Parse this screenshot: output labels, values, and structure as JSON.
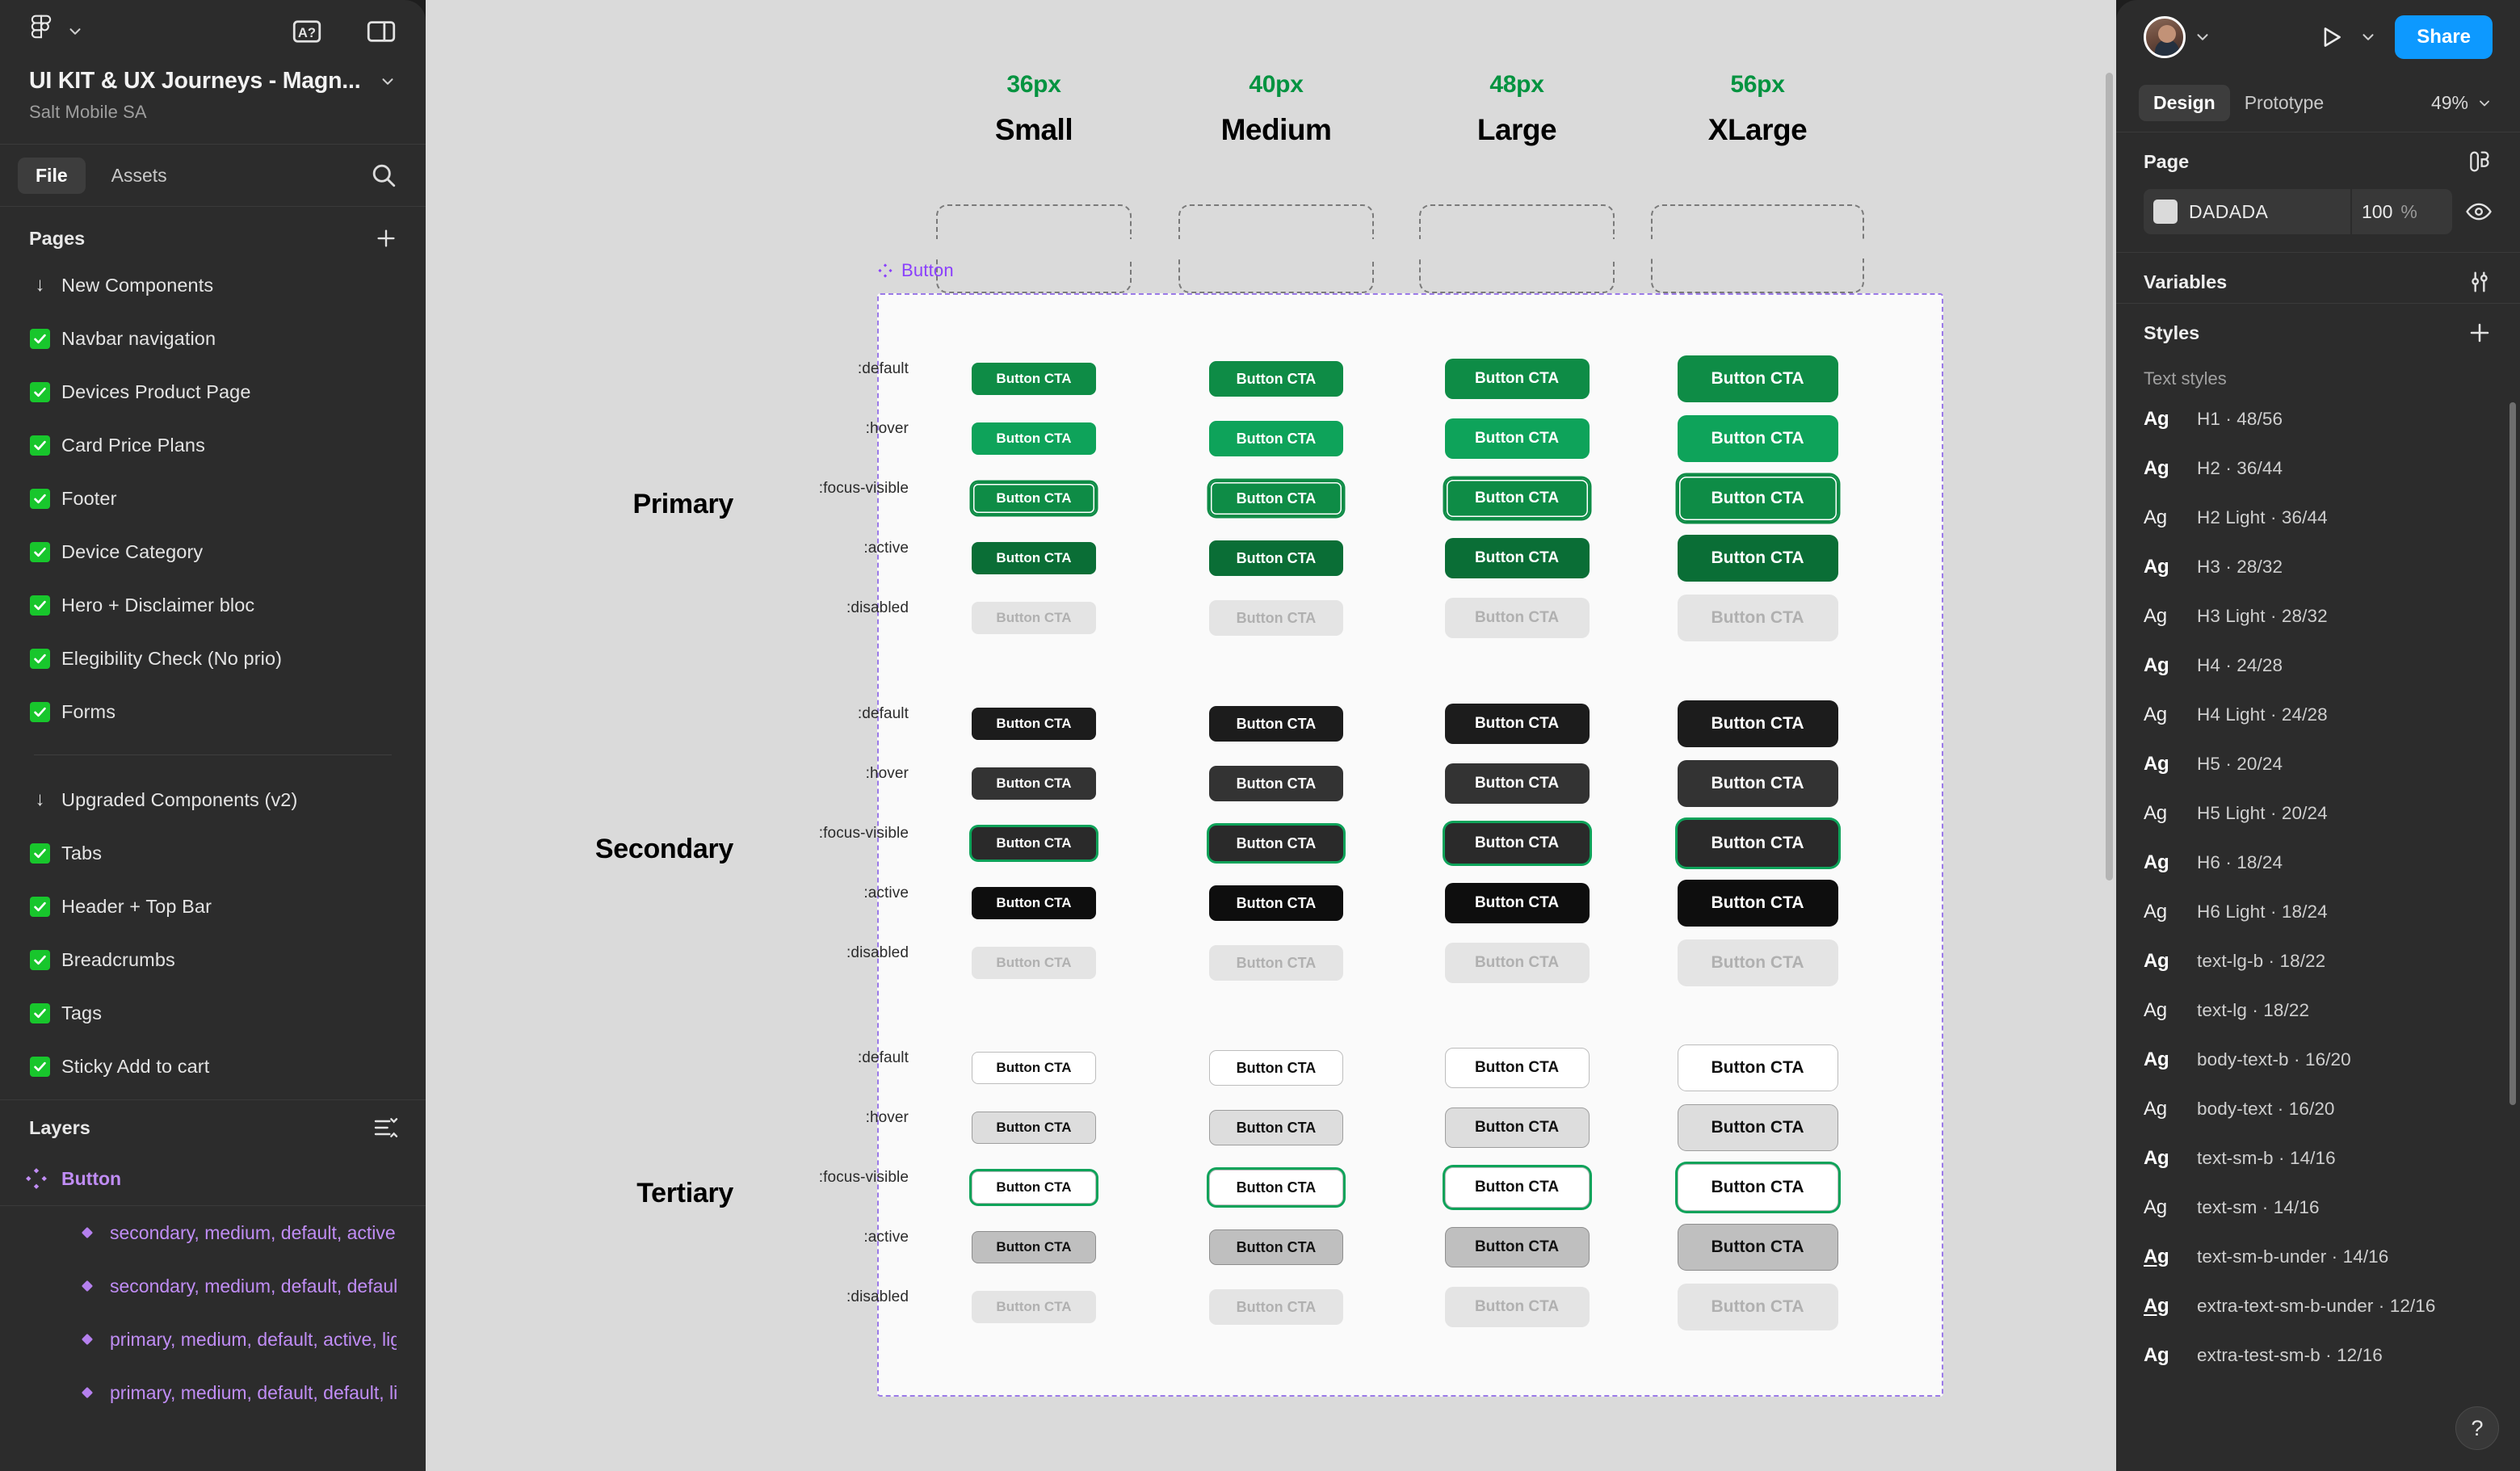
{
  "app": {
    "name": "Figma",
    "file_title": "UI KIT & UX Journeys - Magn...",
    "team_name": "Salt Mobile SA"
  },
  "left_toolbar": {
    "menu_icon": "figma-logo",
    "menu_chevron": "chevron-down-icon",
    "help_icon": "a-question-icon",
    "panel_icon": "toggle-panel-icon"
  },
  "left_tabs": {
    "file_label": "File",
    "assets_label": "Assets",
    "search_icon": "search-icon",
    "active": "File"
  },
  "pages": {
    "header": "Pages",
    "add_icon": "plus-icon",
    "items": [
      {
        "label": "New Components",
        "mark": "arrow"
      },
      {
        "label": "Navbar navigation",
        "mark": "check"
      },
      {
        "label": "Devices Product Page",
        "mark": "check"
      },
      {
        "label": "Card Price Plans",
        "mark": "check"
      },
      {
        "label": "Footer",
        "mark": "check"
      },
      {
        "label": "Device Category",
        "mark": "check"
      },
      {
        "label": "Hero + Disclaimer bloc",
        "mark": "check"
      },
      {
        "label": "Elegibility Check (No prio)",
        "mark": "check"
      },
      {
        "label": "Forms",
        "mark": "check"
      }
    ],
    "items2": [
      {
        "label": "Upgraded Components (v2)",
        "mark": "arrow"
      },
      {
        "label": "Tabs",
        "mark": "check"
      },
      {
        "label": "Header + Top Bar",
        "mark": "check"
      },
      {
        "label": "Breadcrumbs",
        "mark": "check"
      },
      {
        "label": "Tags",
        "mark": "check"
      },
      {
        "label": "Sticky Add to cart",
        "mark": "check"
      }
    ]
  },
  "layers": {
    "header": "Layers",
    "options_icon": "layers-options-icon",
    "component": {
      "label": "Button",
      "icon": "component-set-icon"
    },
    "instances": [
      "secondary, medium, default, active,",
      "secondary, medium, default, default",
      "primary, medium, default, active, ligh",
      "primary, medium, default, default, lig"
    ]
  },
  "right_header": {
    "avatar_icon": "avatar",
    "avatar_chevron": "chevron-down-icon",
    "present_icon": "play-icon",
    "present_chevron": "chevron-down-icon",
    "share_label": "Share"
  },
  "right_tabs": {
    "design_label": "Design",
    "prototype_label": "Prototype",
    "active": "Design",
    "zoom_label": "49%",
    "zoom_chevron": "chevron-down-icon"
  },
  "page_section": {
    "header": "Page",
    "settings_icon": "page-settings-icon",
    "color_hex": "DADADA",
    "opacity": "100",
    "opacity_unit": "%",
    "visibility_icon": "eye-icon"
  },
  "variables_section": {
    "header": "Variables",
    "icon": "sliders-icon"
  },
  "styles_section": {
    "header": "Styles",
    "add_icon": "plus-icon",
    "subheader": "Text styles",
    "items": [
      {
        "preview": "Ag",
        "weight": "bold",
        "underline": false,
        "name": "H1 · 48/56"
      },
      {
        "preview": "Ag",
        "weight": "bold",
        "underline": false,
        "name": "H2 · 36/44"
      },
      {
        "preview": "Ag",
        "weight": "light",
        "underline": false,
        "name": "H2 Light · 36/44"
      },
      {
        "preview": "Ag",
        "weight": "bold",
        "underline": false,
        "name": "H3 · 28/32"
      },
      {
        "preview": "Ag",
        "weight": "light",
        "underline": false,
        "name": "H3 Light · 28/32"
      },
      {
        "preview": "Ag",
        "weight": "bold",
        "underline": false,
        "name": "H4 · 24/28"
      },
      {
        "preview": "Ag",
        "weight": "light",
        "underline": false,
        "name": "H4 Light · 24/28"
      },
      {
        "preview": "Ag",
        "weight": "bold",
        "underline": false,
        "name": "H5 · 20/24"
      },
      {
        "preview": "Ag",
        "weight": "light",
        "underline": false,
        "name": "H5 Light · 20/24"
      },
      {
        "preview": "Ag",
        "weight": "bold",
        "underline": false,
        "name": "H6 · 18/24"
      },
      {
        "preview": "Ag",
        "weight": "light",
        "underline": false,
        "name": "H6 Light · 18/24"
      },
      {
        "preview": "Ag",
        "weight": "bold",
        "underline": false,
        "name": "text-lg-b · 18/22"
      },
      {
        "preview": "Ag",
        "weight": "light",
        "underline": false,
        "name": "text-lg · 18/22"
      },
      {
        "preview": "Ag",
        "weight": "bold",
        "underline": false,
        "name": "body-text-b · 16/20"
      },
      {
        "preview": "Ag",
        "weight": "light",
        "underline": false,
        "name": "body-text · 16/20"
      },
      {
        "preview": "Ag",
        "weight": "bold",
        "underline": false,
        "name": "text-sm-b · 14/16"
      },
      {
        "preview": "Ag",
        "weight": "light",
        "underline": false,
        "name": "text-sm · 14/16"
      },
      {
        "preview": "Ag",
        "weight": "bold",
        "underline": true,
        "name": "text-sm-b-under · 14/16"
      },
      {
        "preview": "Ag",
        "weight": "bold",
        "underline": true,
        "name": "extra-text-sm-b-under · 12/16"
      },
      {
        "preview": "Ag",
        "weight": "bold",
        "underline": false,
        "name": "extra-test-sm-b · 12/16"
      }
    ]
  },
  "help": {
    "label": "?"
  },
  "canvas": {
    "background": "#DADADA",
    "frame_background": "#FAFAFA",
    "component_label": "Button",
    "columns": [
      {
        "px": "36px",
        "name": "Small"
      },
      {
        "px": "40px",
        "name": "Medium"
      },
      {
        "px": "48px",
        "name": "Large"
      },
      {
        "px": "56px",
        "name": "XLarge"
      }
    ],
    "states": [
      ":default",
      ":hover",
      ":focus-visible",
      ":active",
      ":disabled"
    ],
    "groups": [
      {
        "title": "Primary"
      },
      {
        "title": "Secondary"
      },
      {
        "title": "Tertiary"
      }
    ],
    "button_label": "Button CTA",
    "colors": {
      "primary_default": "#0E8C46",
      "primary_hover": "#0EA35A",
      "primary_focus": "#0E8C46",
      "primary_active": "#0A6E36",
      "primary_disabled_bg": "#E4E4E4",
      "primary_disabled_fg": "#B0B0B0",
      "secondary_default": "#1C1C1C",
      "secondary_hover": "#333333",
      "secondary_focus": "#2A2A2A",
      "secondary_active": "#0E0E0E",
      "secondary_disabled_bg": "#E4E4E4",
      "secondary_disabled_fg": "#B0B0B0",
      "tertiary_default_bg": "#FFFFFF",
      "tertiary_default_border": "#BDBDBD",
      "tertiary_hover_bg": "#DDDDDD",
      "tertiary_focus_bg": "#FFFFFF",
      "tertiary_active_bg": "#BFBFBF",
      "tertiary_disabled_bg": "#E4E4E4",
      "tertiary_disabled_fg": "#B0B0B0",
      "focus_ring": "#0EA35A",
      "size_label": "#049340",
      "component_purple": "#8A3FFC"
    }
  }
}
